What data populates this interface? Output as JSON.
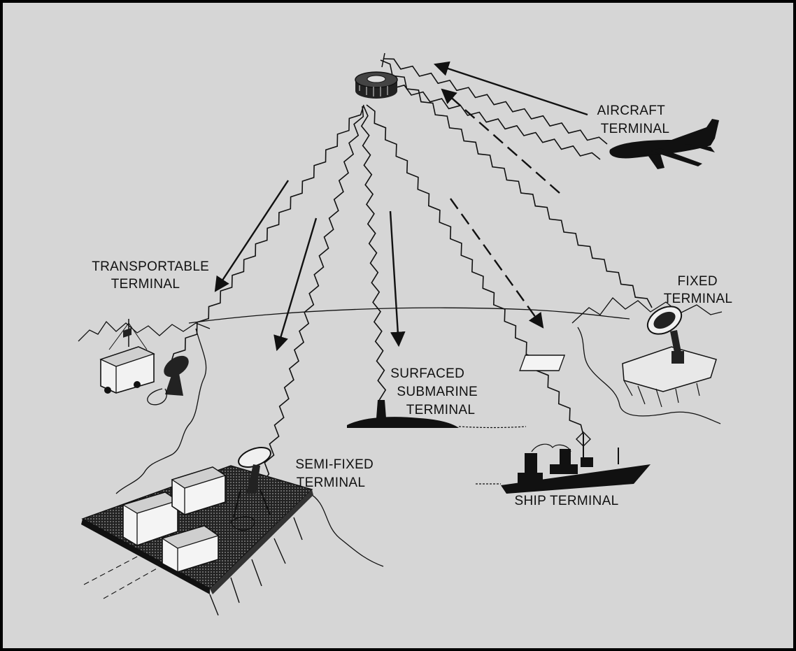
{
  "labels": {
    "aircraft": [
      "AIRCRAFT",
      "TERMINAL"
    ],
    "transportable": [
      "TRANSPORTABLE",
      "TERMINAL"
    ],
    "fixed": [
      "FIXED",
      "TERMINAL"
    ],
    "submarine": [
      "SURFACED",
      "SUBMARINE",
      "TERMINAL"
    ],
    "semi_fixed": [
      "SEMI-FIXED",
      "TERMINAL"
    ],
    "ship": [
      "SHIP TERMINAL"
    ]
  },
  "colors": {
    "background": "#d6d6d6",
    "ink": "#111111",
    "frame": "#000000"
  },
  "icons": {
    "satellite": "satellite-icon",
    "aircraft": "aircraft-icon",
    "transportable": "transportable-terminal-icon",
    "fixed": "fixed-terminal-icon",
    "submarine": "submarine-icon",
    "semi_fixed": "semi-fixed-terminal-icon",
    "ship": "ship-icon"
  }
}
